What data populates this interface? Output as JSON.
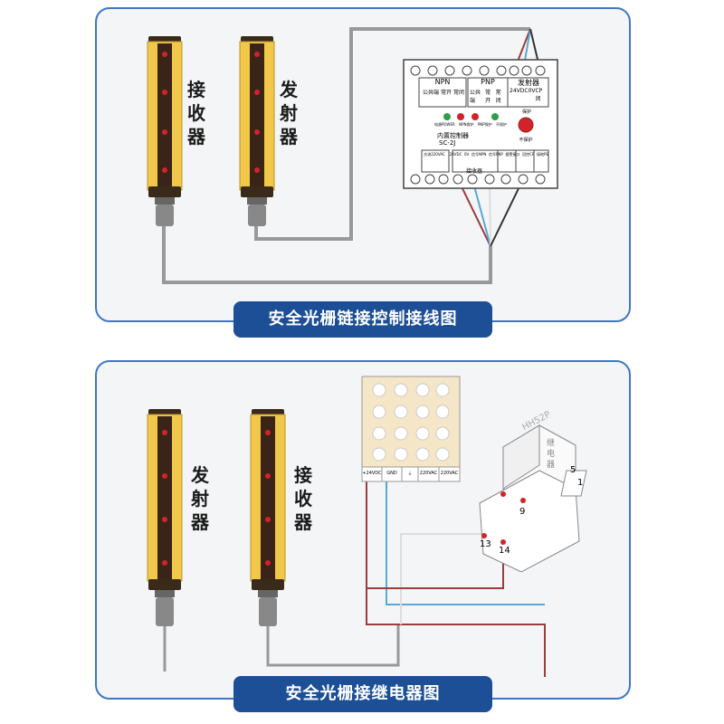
{
  "diagram1": {
    "title": "安全光栅链接控制接线图",
    "receiver_label": "接收器",
    "emitter_label": "发射器",
    "controller": {
      "npn_header": "NPN",
      "pnp_header": "PNP",
      "emitter_header": "发射器",
      "npn_terms": [
        "公共端",
        "常开",
        "常闭"
      ],
      "pnp_terms": [
        "公共端",
        "常开",
        "常闭"
      ],
      "emitter_terms": [
        "24VDC",
        "0V",
        "CP闭"
      ],
      "led_labels": [
        "电源POWER",
        "NPN保护",
        "PNP保护",
        "不保护"
      ],
      "knob_top": "保护",
      "knob_bottom": "不保护",
      "name": "内置控制器",
      "model": "SC-2J",
      "bottom_terms": [
        "交流220VAC",
        "24VDC",
        "0V",
        "信号NPN",
        "信号PNP",
        "报警接口",
        "回控CP",
        "接地PE"
      ],
      "receiver_group": "接收器"
    }
  },
  "diagram2": {
    "title": "安全光栅接继电器图",
    "emitter_label": "发射器",
    "receiver_label": "接收器",
    "psu_terms": [
      "+24VDC",
      "GND",
      "⏚",
      "220VAC",
      "220VAC"
    ],
    "relay": {
      "brand": "HH52P",
      "name": "继电器",
      "pins": [
        "5",
        "1",
        "9",
        "13",
        "14"
      ]
    }
  },
  "colors": {
    "accent": "#1d4f96",
    "border": "#3f77c6",
    "sensor": "#f2c84b",
    "wire_red": "#9e3b3b",
    "wire_blue": "#5ba7d6"
  }
}
